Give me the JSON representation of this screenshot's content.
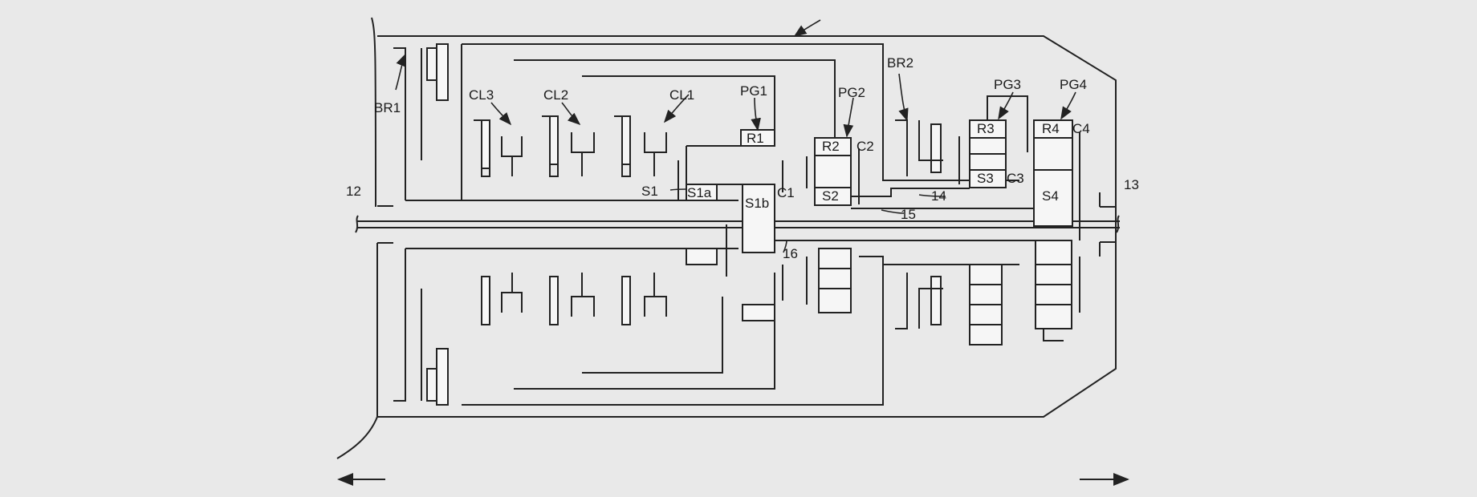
{
  "diagram": {
    "labels": {
      "br1": "BR1",
      "br2": "BR2",
      "cl1": "CL1",
      "cl2": "CL2",
      "cl3": "CL3",
      "pg1": "PG1",
      "pg2": "PG2",
      "pg3": "PG3",
      "pg4": "PG4",
      "r1": "R1",
      "r2": "R2",
      "r3": "R3",
      "r4": "R4",
      "s1": "S1",
      "s1a": "S1a",
      "s1b": "S1b",
      "s2": "S2",
      "s3": "S3",
      "s4": "S4",
      "c1": "C1",
      "c2": "C2",
      "c3": "C3",
      "c4": "C4",
      "n12": "12",
      "n13": "13",
      "n14": "14",
      "n15": "15",
      "n16": "16"
    }
  }
}
